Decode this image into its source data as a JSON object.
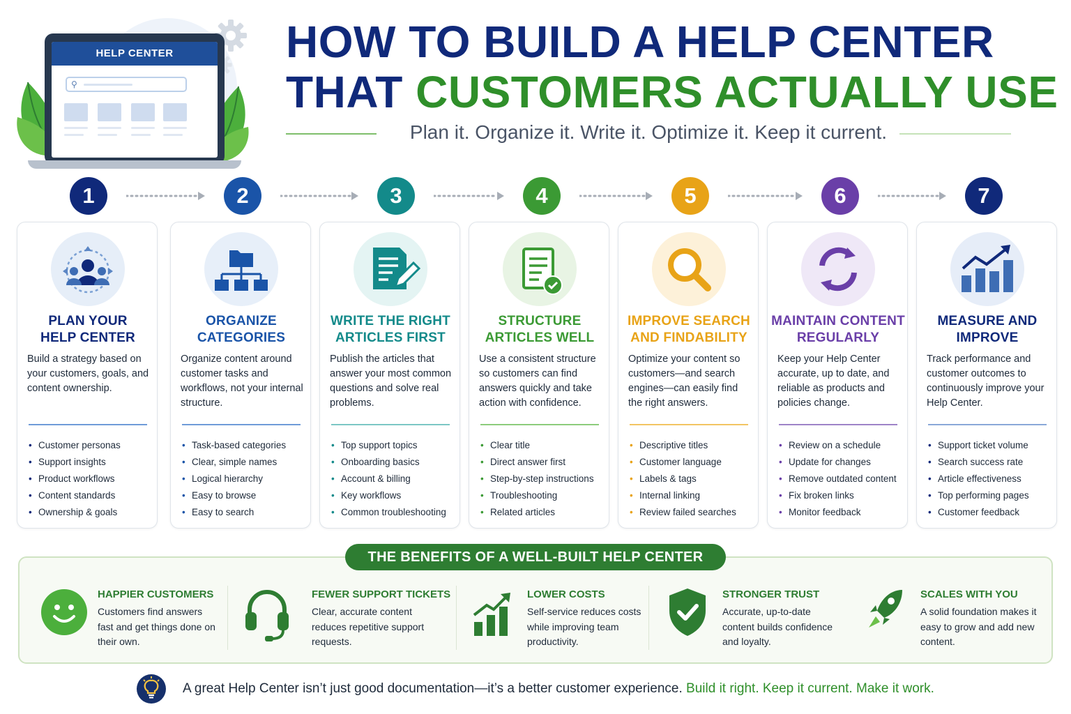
{
  "header": {
    "title_line1": "HOW TO BUILD A HELP CENTER",
    "title_line2_part1": "THAT ",
    "title_line2_part2": "CUSTOMERS ACTUALLY USE",
    "subtitle": "Plan it. Organize it. Write it. Optimize it. Keep it current.",
    "laptop_label": "HELP CENTER",
    "colors": {
      "navy": "#10297a",
      "green": "#2f8f2a"
    }
  },
  "steps": [
    {
      "number": "1",
      "color": "#10297a",
      "icon": "team-target-icon",
      "title_line1": "PLAN YOUR",
      "title_line2": "HELP CENTER",
      "description": "Build a strategy based on your customers, goals, and content ownership.",
      "bullets": [
        "Customer personas",
        "Support insights",
        "Product workflows",
        "Content standards",
        "Ownership & goals"
      ]
    },
    {
      "number": "2",
      "color": "#1a54a8",
      "icon": "folder-hierarchy-icon",
      "title_line1": "ORGANIZE",
      "title_line2": "CATEGORIES",
      "description": "Organize content around customer tasks and workflows, not your internal structure.",
      "bullets": [
        "Task-based categories",
        "Clear, simple names",
        "Logical hierarchy",
        "Easy to browse",
        "Easy to search"
      ]
    },
    {
      "number": "3",
      "color": "#138a8a",
      "icon": "document-pen-icon",
      "title_line1": "WRITE THE RIGHT",
      "title_line2": "ARTICLES FIRST",
      "description": "Publish the articles that answer your most common questions and solve real problems.",
      "bullets": [
        "Top support topics",
        "Onboarding basics",
        "Account & billing",
        "Key workflows",
        "Common troubleshooting"
      ]
    },
    {
      "number": "4",
      "color": "#3b9a34",
      "icon": "document-check-icon",
      "title_line1": "STRUCTURE",
      "title_line2": "ARTICLES WELL",
      "description": "Use a consistent structure so customers can find answers quickly and take action with confidence.",
      "bullets": [
        "Clear title",
        "Direct answer first",
        "Step-by-step instructions",
        "Troubleshooting",
        "Related articles"
      ]
    },
    {
      "number": "5",
      "color": "#e8a317",
      "icon": "magnifier-icon",
      "title_line1": "IMPROVE SEARCH",
      "title_line2": "AND FINDABILITY",
      "description": "Optimize your content so customers—and search engines—can easily find the right answers.",
      "bullets": [
        "Descriptive titles",
        "Customer language",
        "Labels & tags",
        "Internal linking",
        "Review failed searches"
      ]
    },
    {
      "number": "6",
      "color": "#6a3fa8",
      "icon": "refresh-cycle-icon",
      "title_line1": "MAINTAIN CONTENT",
      "title_line2": "REGULARLY",
      "description": "Keep your Help Center accurate, up to date, and reliable as products and policies change.",
      "bullets": [
        "Review on a schedule",
        "Update for changes",
        "Remove outdated content",
        "Fix broken links",
        "Monitor feedback"
      ]
    },
    {
      "number": "7",
      "color": "#10297a",
      "icon": "growth-chart-icon",
      "title_line1": "MEASURE AND",
      "title_line2": "IMPROVE",
      "description": "Track performance and customer outcomes to continuously improve your Help Center.",
      "bullets": [
        "Support ticket volume",
        "Search success rate",
        "Article effectiveness",
        "Top performing pages",
        "Customer feedback"
      ]
    }
  ],
  "benefits": {
    "title": "THE BENEFITS OF A WELL-BUILT HELP CENTER",
    "items": [
      {
        "icon": "smiley-face-icon",
        "title": "HAPPIER CUSTOMERS",
        "text": "Customers find answers fast and get things done on their own."
      },
      {
        "icon": "headset-icon",
        "title": "FEWER SUPPORT TICKETS",
        "text": "Clear, accurate content reduces repetitive support requests."
      },
      {
        "icon": "bar-chart-arrow-icon",
        "title": "LOWER COSTS",
        "text": "Self-service reduces costs while improving team productivity."
      },
      {
        "icon": "shield-check-icon",
        "title": "STRONGER TRUST",
        "text": "Accurate, up-to-date content builds confidence and loyalty."
      },
      {
        "icon": "rocket-icon",
        "title": "SCALES WITH YOU",
        "text": "A solid foundation makes it easy to grow and add new content."
      }
    ]
  },
  "footer": {
    "icon": "lightbulb-icon",
    "text": "A great Help Center isn’t just good documentation—it’s a better customer experience. ",
    "highlight": "Build it right. Keep it current. Make it work."
  }
}
